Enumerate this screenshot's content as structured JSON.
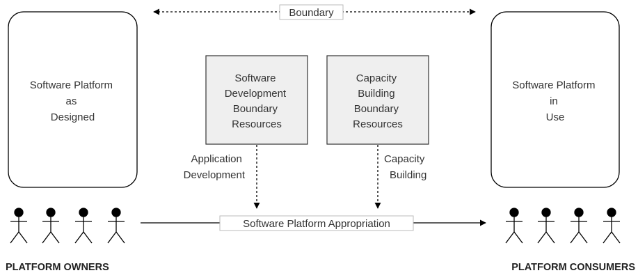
{
  "boundary_label": "Boundary",
  "left_box": {
    "lines": [
      "Software Platform",
      "as",
      "Designed"
    ]
  },
  "right_box": {
    "lines": [
      "Software Platform",
      "in",
      "Use"
    ]
  },
  "dev_box": {
    "lines": [
      "Software",
      "Development",
      "Boundary",
      "Resources"
    ]
  },
  "cap_box": {
    "lines": [
      "Capacity",
      "Building",
      "Boundary",
      "Resources"
    ]
  },
  "app_dev_label": {
    "lines": [
      "Application",
      "Development"
    ]
  },
  "cap_build_label": {
    "lines": [
      "Capacity",
      "Building"
    ]
  },
  "appropriation_label": "Software Platform Appropriation",
  "owners_label": "PLATFORM OWNERS",
  "consumers_label": "PLATFORM CONSUMERS",
  "owner_count": 4,
  "consumer_count": 4
}
